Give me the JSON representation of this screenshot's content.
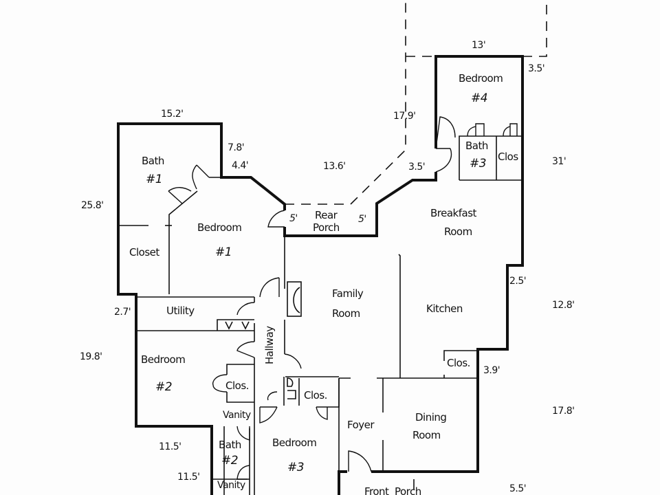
{
  "rooms": {
    "bath1": [
      "Bath",
      "#1"
    ],
    "closet1": "Closet",
    "bedroom1": [
      "Bedroom",
      "#1"
    ],
    "rear_porch": [
      "Rear",
      "Porch"
    ],
    "bedroom4": [
      "Bedroom",
      "#4"
    ],
    "bath3": [
      "Bath",
      "#3"
    ],
    "clos_b4": "Clos",
    "breakfast": [
      "Breakfast",
      "Room"
    ],
    "utility": "Utility",
    "family": [
      "Family",
      "Room"
    ],
    "kitchen": "Kitchen",
    "hallway": "Hallway",
    "bedroom2": [
      "Bedroom",
      "#2"
    ],
    "clos_b2": "Clos.",
    "vanity1": "Vanity",
    "bath2": [
      "Bath",
      "#2"
    ],
    "vanity2": "Vanity",
    "clos_hall": "Clos.",
    "bedroom3": [
      "Bedroom",
      "#3"
    ],
    "foyer": "Foyer",
    "dining": [
      "Dining",
      "Room"
    ],
    "clos_kitchen": "Clos.",
    "front_porch": "Front  Porch"
  },
  "dimensions": {
    "d_15_2": "15.2'",
    "d_7_8": "7.8'",
    "d_4_4": "4.4'",
    "d_13_6": "13.6'",
    "d_17_9": "17.9'",
    "d_13": "13'",
    "d_3_5_top": "3.5'",
    "d_3_5": "3.5'",
    "d_31": "31'",
    "d_25_8": "25.8'",
    "d_5_left": "5'",
    "d_5_right": "5'",
    "d_2_5": "2.5'",
    "d_12_8": "12.8'",
    "d_2_7": "2.7'",
    "d_19_8": "19.8'",
    "d_3_9": "3.9'",
    "d_17_8": "17.8'",
    "d_11_5_a": "11.5'",
    "d_11_5_b": "11.5'",
    "d_5_5": "5.5'"
  }
}
